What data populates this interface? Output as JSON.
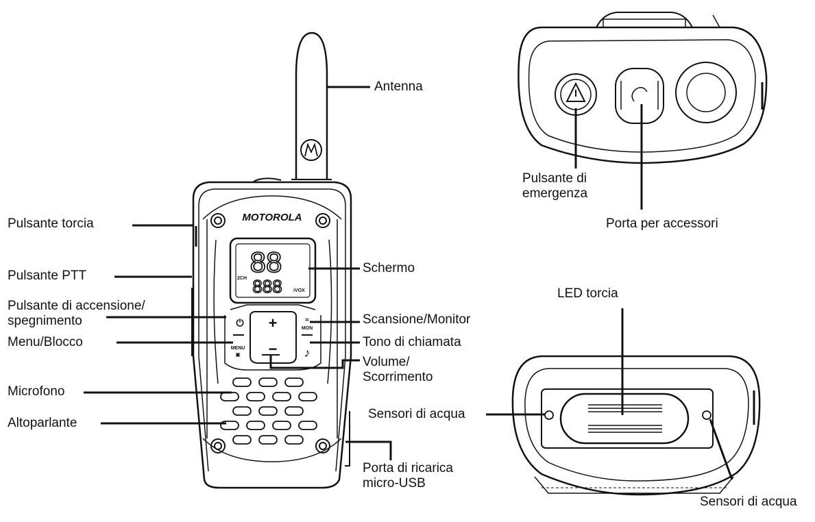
{
  "device": {
    "brand_text": "MOTOROLA",
    "display_digits_big": "88",
    "display_digits_small": "888",
    "display_tag_2ch": "2CH",
    "display_tag_ivox": "iVOX",
    "key_menu": "MENU",
    "key_mon": "MON"
  },
  "labels": {
    "antenna": "Antenna",
    "flashlight_button": "Pulsante torcia",
    "ptt_button": "Pulsante PTT",
    "power_button_line1": "Pulsante di accensione/",
    "power_button_line2": "spegnimento",
    "menu_lock": "Menu/Blocco",
    "microphone": "Microfono",
    "speaker": "Altoparlante",
    "screen": "Schermo",
    "scan_monitor": "Scansione/Monitor",
    "call_tone": "Tono di chiamata",
    "volume_line1": "Volume/",
    "volume_line2": "Scorrimento",
    "usb_port_line1": "Porta di ricarica",
    "usb_port_line2": "micro-USB",
    "emergency_line1": "Pulsante di",
    "emergency_line2": "emergenza",
    "accessory_port": "Porta per accessori",
    "flashlight_led": "LED torcia",
    "water_sensors_left": "Sensori di acqua",
    "water_sensors_right": "Sensori di acqua"
  }
}
